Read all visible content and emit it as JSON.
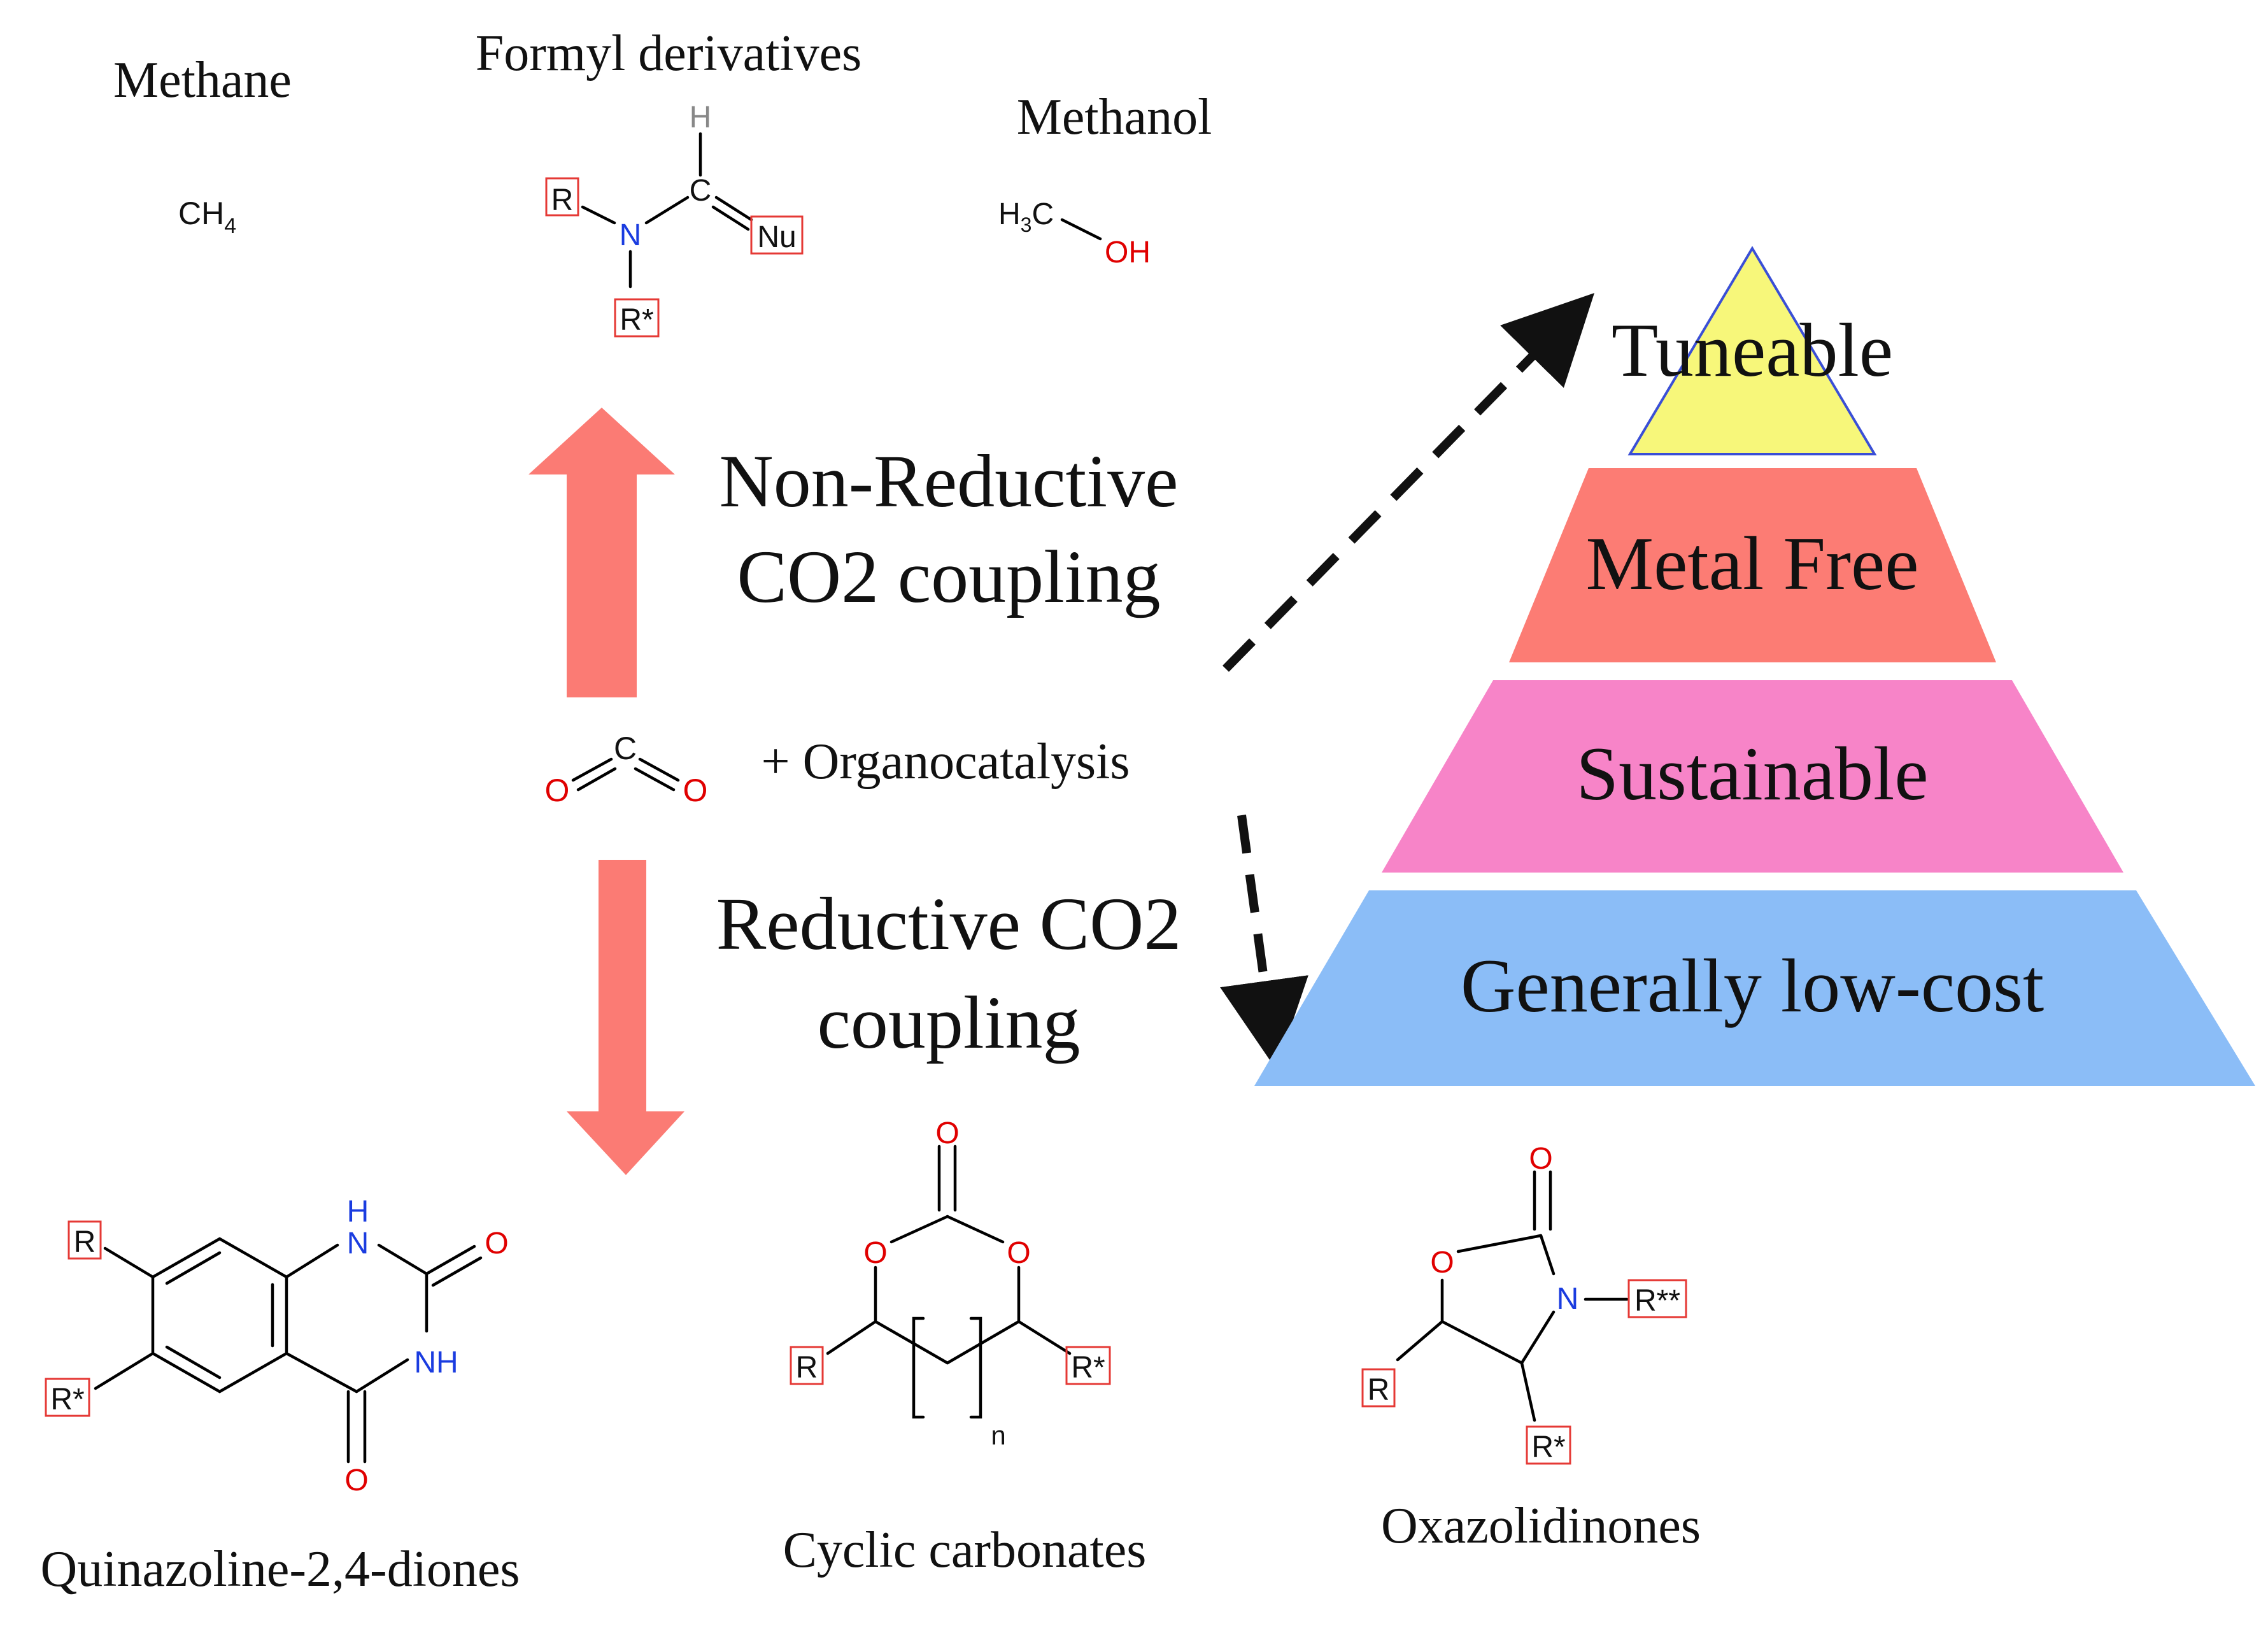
{
  "top_products": {
    "methane": {
      "label": "Methane",
      "formula_main": "CH",
      "formula_sub": "4"
    },
    "formyl": {
      "label": "Formyl derivatives",
      "atoms": {
        "h": "H",
        "c": "C",
        "n": "N",
        "r": "R",
        "r_star": "R*",
        "nu": "Nu"
      }
    },
    "methanol": {
      "label": "Methanol",
      "h": "H",
      "h_sub": "3",
      "c": "C",
      "oh": "OH"
    }
  },
  "center": {
    "non_reductive_line1": "Non-Reductive",
    "non_reductive_line2": "CO2 coupling",
    "co2": {
      "o_left": "O",
      "c": "C",
      "o_right": "O"
    },
    "organocatalysis": "+ Organocatalysis",
    "reductive_line1": "Reductive CO2",
    "reductive_line2": "coupling"
  },
  "pyramid": {
    "tiers": [
      {
        "label": "Tuneable",
        "color": "#f7f77a"
      },
      {
        "label": "Metal Free",
        "color": "#fc7c74"
      },
      {
        "label": "Sustainable",
        "color": "#f784c8"
      },
      {
        "label": "Generally low-cost",
        "color": "#8bbdf7"
      }
    ]
  },
  "bottom_products": {
    "quinazoline": {
      "label": "Quinazoline-2,4-diones",
      "atoms": {
        "r": "R",
        "r_star": "R*",
        "h": "H",
        "n": "N",
        "nh": "NH",
        "o1": "O",
        "o2": "O"
      }
    },
    "cyclic_carbonates": {
      "label": "Cyclic carbonates",
      "atoms": {
        "o_top": "O",
        "o_left": "O",
        "o_right": "O",
        "r": "R",
        "r_star": "R*",
        "n": "n"
      }
    },
    "oxazolidinones": {
      "label": "Oxazolidinones",
      "atoms": {
        "o_top": "O",
        "o_ring": "O",
        "n": "N",
        "r_double_star": "R**",
        "r": "R",
        "r_star": "R*"
      }
    }
  },
  "colors": {
    "arrow": "#fb7b74",
    "heteroatom_o": "#e00000",
    "heteroatom_n": "#1a3ce0",
    "r_group_box": "#e53935"
  }
}
